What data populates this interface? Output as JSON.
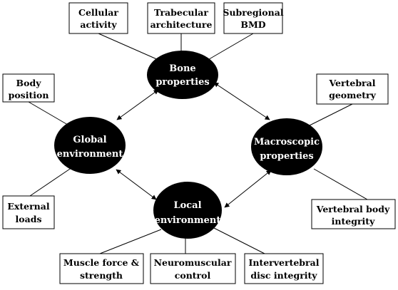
{
  "nodes": {
    "bone": [
      "Bone",
      "properties"
    ],
    "global": [
      "Global",
      "environment"
    ],
    "macro": [
      "Macroscopic",
      "properties"
    ],
    "local": [
      "Local",
      "environment"
    ]
  },
  "boxes": {
    "cellular": [
      "Cellular",
      "activity"
    ],
    "trabecular": [
      "Trabecular",
      "architecture"
    ],
    "subregional": [
      "Subregional",
      "BMD"
    ],
    "body_position": [
      "Body",
      "position"
    ],
    "vertebral_geometry": [
      "Vertebral",
      "geometry"
    ],
    "external_loads": [
      "External",
      "loads"
    ],
    "vertebral_body": [
      "Vertebral body",
      "integrity"
    ],
    "muscle": [
      "Muscle force &",
      "strength"
    ],
    "neuromuscular": [
      "Neuromuscular",
      "control"
    ],
    "intervertebral": [
      "Intervertebral",
      "disc integrity"
    ]
  },
  "colors": {
    "node_fill": "#000000",
    "line": "#000000",
    "box_border": "#000000"
  }
}
